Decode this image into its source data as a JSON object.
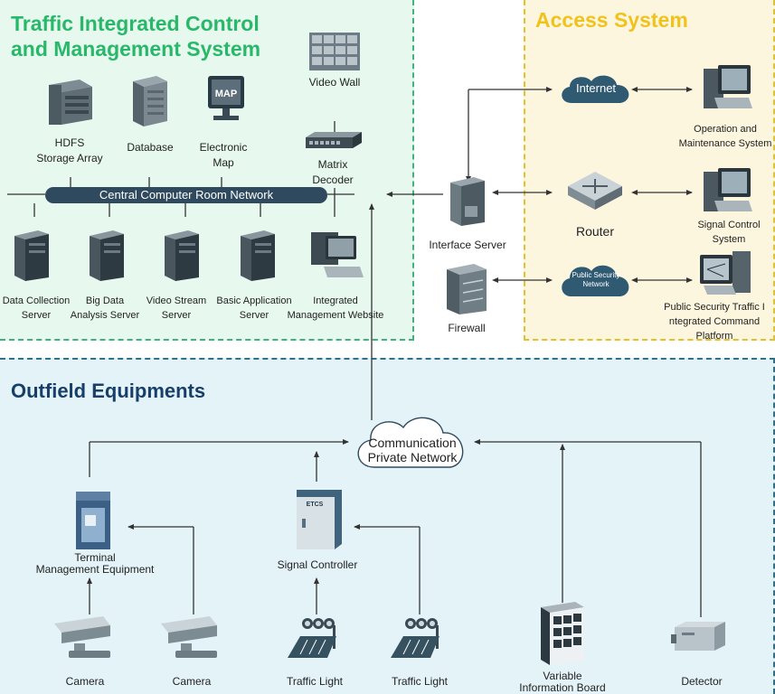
{
  "regions": {
    "traffic_control": {
      "title": "Traffic Integrated Control\nand Management System"
    },
    "access": {
      "title": "Access System"
    },
    "outfield": {
      "title": "Outfield Equipments"
    }
  },
  "network": {
    "label": "Central Computer Room Network"
  },
  "central": {
    "hdfs": "HDFS\nStorage Array",
    "database": "Database",
    "map": "Electronic\nMap",
    "map_screen": "MAP",
    "video_wall": "Video Wall",
    "matrix": "Matrix\nDecoder",
    "data_collection": "Data Collection\nServer",
    "big_data": "Big Data\nAnalysis Server",
    "video_stream": "Video Stream\nServer",
    "basic_app": "Basic Application\nServer",
    "integrated_web": "Integrated\nManagement Website"
  },
  "access": {
    "interface_server": "Interface Server",
    "firewall": "Firewall",
    "internet": "Internet",
    "router": "Router",
    "public_security_network": "Public Security\nNetwork",
    "ops": "Operation and\nMaintenance System",
    "signal_control": "Signal Control\nSystem",
    "ps_platform": "Public Security Traffic I\nntegrated Command Platform"
  },
  "outfield": {
    "comm_network": "Communication\nPrivate Network",
    "terminal": "Terminal\nManagement Equipment",
    "signal_controller": "Signal Controller",
    "etcs": "ETCS",
    "camera1": "Camera",
    "camera2": "Camera",
    "light1": "Traffic Light",
    "light2": "Traffic Light",
    "vib": "Variable\nInformation Board",
    "detector": "Detector"
  },
  "colors": {
    "tic_bg": "#e7f9ef",
    "tic_title": "#29b86a",
    "acc_bg": "#fdf6df",
    "acc_title": "#f1c21b",
    "out_bg": "#e4f3f8",
    "out_title": "#173f6a",
    "network_bar": "#2f4a5e",
    "cloud": "#2f5a72"
  }
}
